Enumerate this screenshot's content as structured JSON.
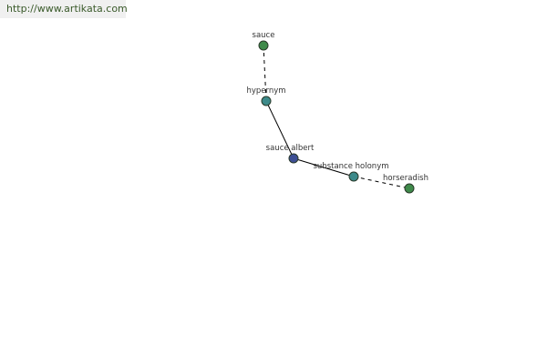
{
  "watermark": "http://www.artikata.com",
  "colors": {
    "background": "#ffffff",
    "edge": "#000000",
    "node_stroke": "#2a3a2a",
    "center_node": "#3d4f94",
    "relation_node": "#3d8a8a",
    "leaf_node": "#3f8a4a"
  },
  "diagram": {
    "nodes": [
      {
        "id": "sauce",
        "label": "sauce",
        "kind": "leaf"
      },
      {
        "id": "hypernym",
        "label": "hypernym",
        "kind": "relation"
      },
      {
        "id": "sauce-albert",
        "label": "sauce albert",
        "kind": "center"
      },
      {
        "id": "substance-holonym",
        "label": "substance holonym",
        "kind": "relation"
      },
      {
        "id": "horseradish",
        "label": "horseradish",
        "kind": "leaf"
      }
    ],
    "edges": [
      {
        "from": "sauce",
        "to": "hypernym",
        "style": "dashed"
      },
      {
        "from": "hypernym",
        "to": "sauce-albert",
        "style": "solid"
      },
      {
        "from": "sauce-albert",
        "to": "substance-holonym",
        "style": "solid"
      },
      {
        "from": "substance-holonym",
        "to": "horseradish",
        "style": "dashed"
      }
    ]
  }
}
